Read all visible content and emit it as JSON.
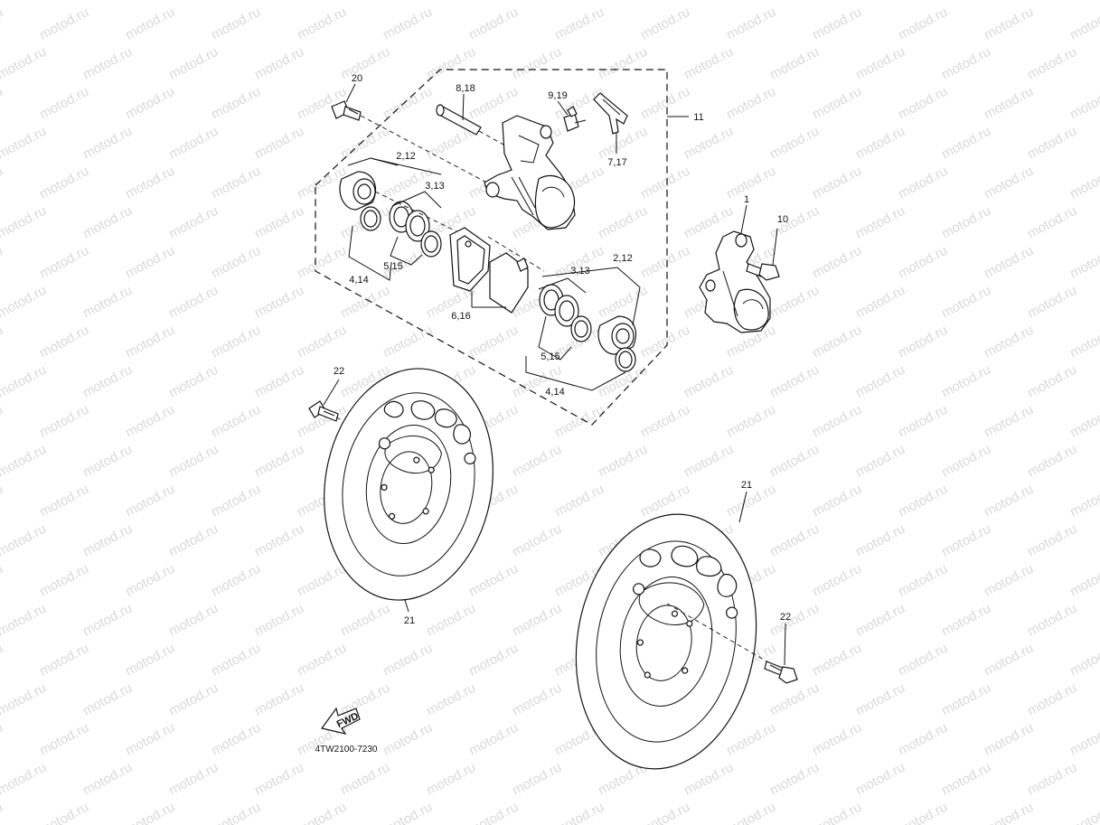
{
  "watermark": {
    "text": "motod.ru",
    "color": "#d9d9d9"
  },
  "diagram": {
    "part_code": "4TW2100-7230",
    "fwd_label": "FWD",
    "callouts": {
      "c1": "1",
      "c2_12_a": "2,12",
      "c2_12_b": "2,12",
      "c3_13_a": "3,13",
      "c3_13_b": "3,13",
      "c4_14_a": "4,14",
      "c4_14_b": "4,14",
      "c5_15_a": "5,15",
      "c5_15_b": "5,15",
      "c6_16": "6,16",
      "c7_17": "7,17",
      "c8_18": "8,18",
      "c9_19": "9,19",
      "c10": "10",
      "c11": "11",
      "c20": "20",
      "c21_a": "21",
      "c21_b": "21",
      "c22_a": "22",
      "c22_b": "22"
    }
  }
}
